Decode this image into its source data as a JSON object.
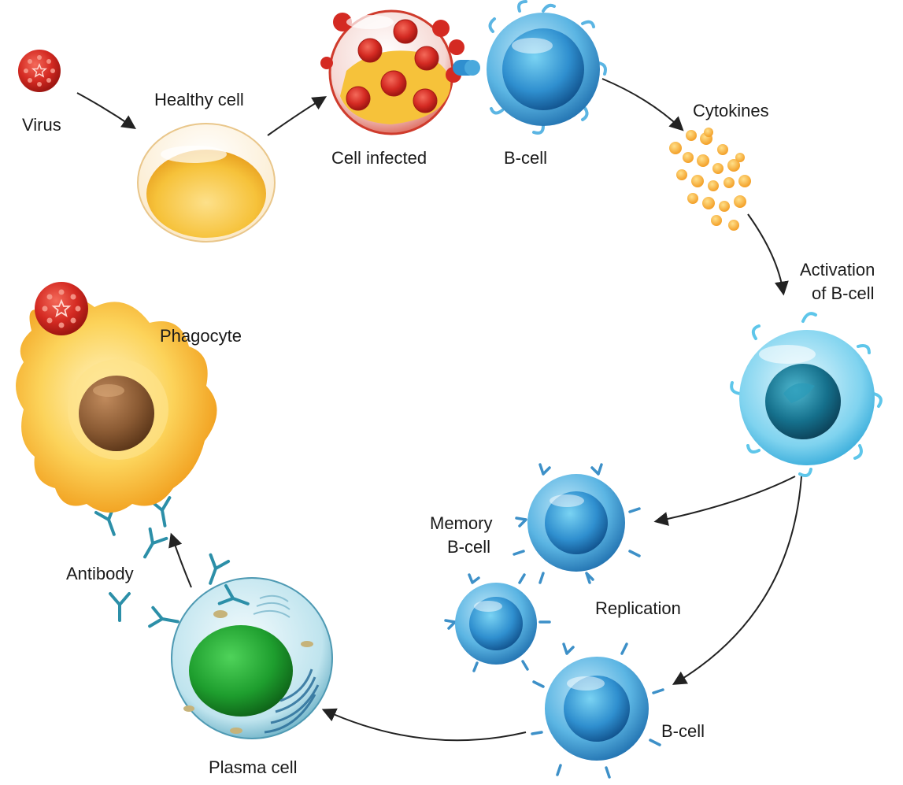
{
  "diagram": {
    "labels": {
      "virus": "Virus",
      "healthy_cell": "Healthy cell",
      "cell_infected": "Cell infected",
      "b_cell_top": "B-cell",
      "cytokines": "Cytokines",
      "activation_line1": "Activation",
      "activation_line2": "of B-cell",
      "memory_line1": "Memory",
      "memory_line2": "B-cell",
      "replication": "Replication",
      "b_cell_bottom": "B-cell",
      "plasma_cell": "Plasma cell",
      "antibody": "Antibody",
      "phagocyte": "Phagocyte"
    },
    "colors": {
      "virus_red": "#d42a22",
      "healthy_yellow": "#f6c23a",
      "b_cell_blue": "#2f8fcf",
      "activated_cyan": "#4fc3e6",
      "plasma_green": "#1e9e2e",
      "phagocyte_orange": "#f4a820",
      "nucleus_brown": "#8a5a33",
      "cytokine_orange": "#f2a531",
      "antibody_teal": "#2c8fa8",
      "arrow_black": "#222222"
    }
  }
}
